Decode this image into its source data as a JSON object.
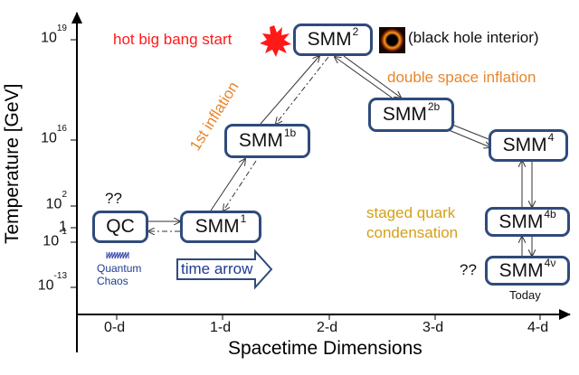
{
  "axes": {
    "y_label": "Temperature [GeV]",
    "x_label": "Spacetime Dimensions",
    "y_ticks": [
      {
        "base": "10",
        "exp": "19"
      },
      {
        "base": "10",
        "exp": "16"
      },
      {
        "base": "10",
        "exp": "2"
      },
      {
        "base": "1",
        "exp": ""
      },
      {
        "base": "10",
        "exp": "-1"
      },
      {
        "base": "10",
        "exp": "-13"
      }
    ],
    "x_ticks": [
      "0-d",
      "1-d",
      "2-d",
      "3-d",
      "4-d"
    ]
  },
  "nodes": {
    "qc": {
      "main": "QC",
      "sup": ""
    },
    "smm1": {
      "main": "SMM",
      "sup": "1"
    },
    "smm1b": {
      "main": "SMM",
      "sup": "1b"
    },
    "smm2": {
      "main": "SMM",
      "sup": "2"
    },
    "smm2b": {
      "main": "SMM",
      "sup": "2b"
    },
    "smm4": {
      "main": "SMM",
      "sup": "4"
    },
    "smm4b": {
      "main": "SMM",
      "sup": "4b"
    },
    "smm4v": {
      "main": "SMM",
      "sup": "4ν"
    }
  },
  "labels": {
    "hot_big_bang": "hot big bang start",
    "black_hole": "(black hole interior)",
    "double_inflation": "double space inflation",
    "first_inflation": "1st inflation",
    "staged_quark_line1": "staged quark",
    "staged_quark_line2": "condensation",
    "time_arrow": "time arrow",
    "quantum_line1": "Quantum",
    "quantum_line2": "Chaos",
    "qc_question": "??",
    "smm4v_question": "??",
    "today": "Today"
  },
  "colors": {
    "box_border": "#2f4b7c",
    "red": "#ff1a1a",
    "orange": "#e8862a",
    "gold": "#d4a017",
    "navy": "#1f3a93",
    "arrow_fill": "#ffffff",
    "arrow_stroke": "#2f4b7c"
  }
}
